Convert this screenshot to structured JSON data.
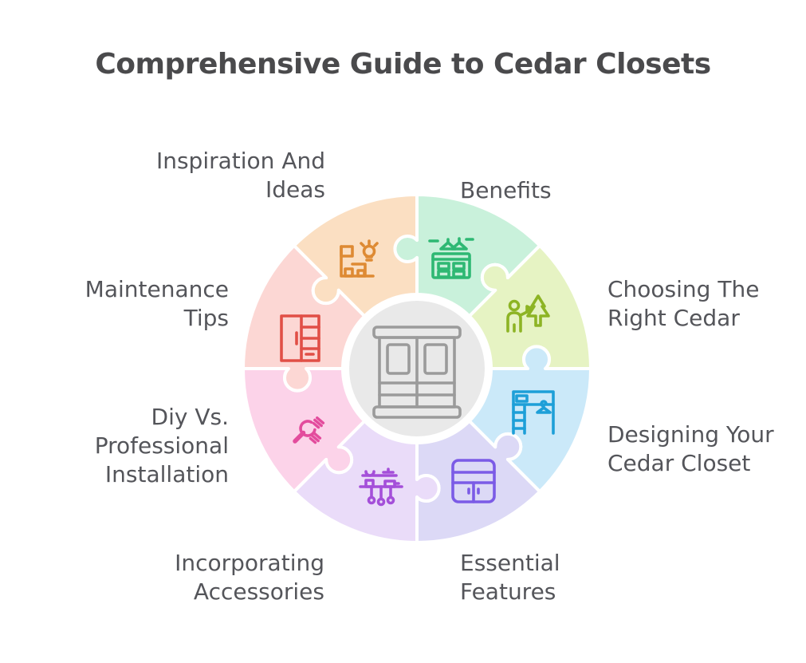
{
  "title": "Comprehensive Guide to Cedar Closets",
  "title_color": "#4a4a4c",
  "label_color": "#54555a",
  "background": "#ffffff",
  "seam_color": "#ffffff",
  "center": {
    "icon": "wardrobe-icon",
    "icon_color": "#9b9b9b",
    "bg": "#e9e9e9"
  },
  "segments": [
    {
      "id": "benefits",
      "label": "Benefits",
      "fill": "#c9f1db",
      "icon": "dresser-hangers-icon",
      "icon_color": "#2eb873"
    },
    {
      "id": "choosing-the-right-cedar",
      "label": "Choosing The\nRight Cedar",
      "fill": "#e6f3c3",
      "icon": "person-cedar-tree-icon",
      "icon_color": "#8db424"
    },
    {
      "id": "designing-your-cedar-closet",
      "label": "Designing Your\nCedar Closet",
      "fill": "#cbe9f9",
      "icon": "closet-organizer-icon",
      "icon_color": "#1d9fd8"
    },
    {
      "id": "essential-features",
      "label": "Essential\nFeatures",
      "fill": "#dcd9f6",
      "icon": "cabinet-icon",
      "icon_color": "#7b5be6"
    },
    {
      "id": "incorporating-accessories",
      "label": "Incorporating\nAccessories",
      "fill": "#eadcf9",
      "icon": "shelf-accessories-icon",
      "icon_color": "#a44fd9"
    },
    {
      "id": "diy-vs-professional-installation",
      "label": "Diy Vs.\nProfessional\nInstallation",
      "fill": "#fcd3e9",
      "icon": "wrench-screws-icon",
      "icon_color": "#e34c9d"
    },
    {
      "id": "maintenance-tips",
      "label": "Maintenance\nTips",
      "fill": "#fcd7d4",
      "icon": "wardrobe-shelves-icon",
      "icon_color": "#e14f46"
    },
    {
      "id": "inspiration-and-ideas",
      "label": "Inspiration And\nIdeas",
      "fill": "#fbdfc2",
      "icon": "shelf-lightbulb-icon",
      "icon_color": "#de8a33"
    }
  ]
}
